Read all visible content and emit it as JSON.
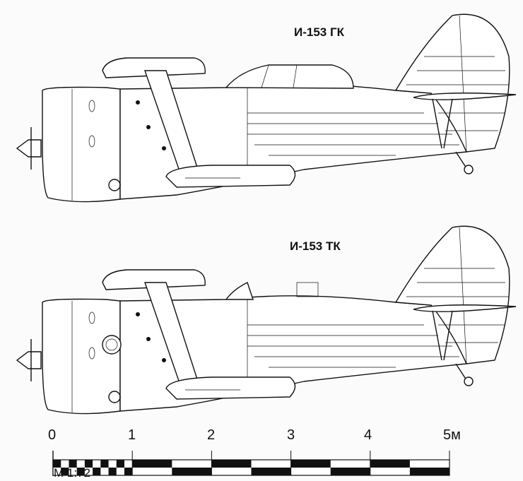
{
  "drawings": [
    {
      "title": "И-153 ГК"
    },
    {
      "title": "И-153 ТК"
    }
  ],
  "scale_bar": {
    "ticks": [
      "0",
      "1",
      "2",
      "3",
      "4",
      "5м"
    ],
    "scale_label": "М 1:72"
  }
}
